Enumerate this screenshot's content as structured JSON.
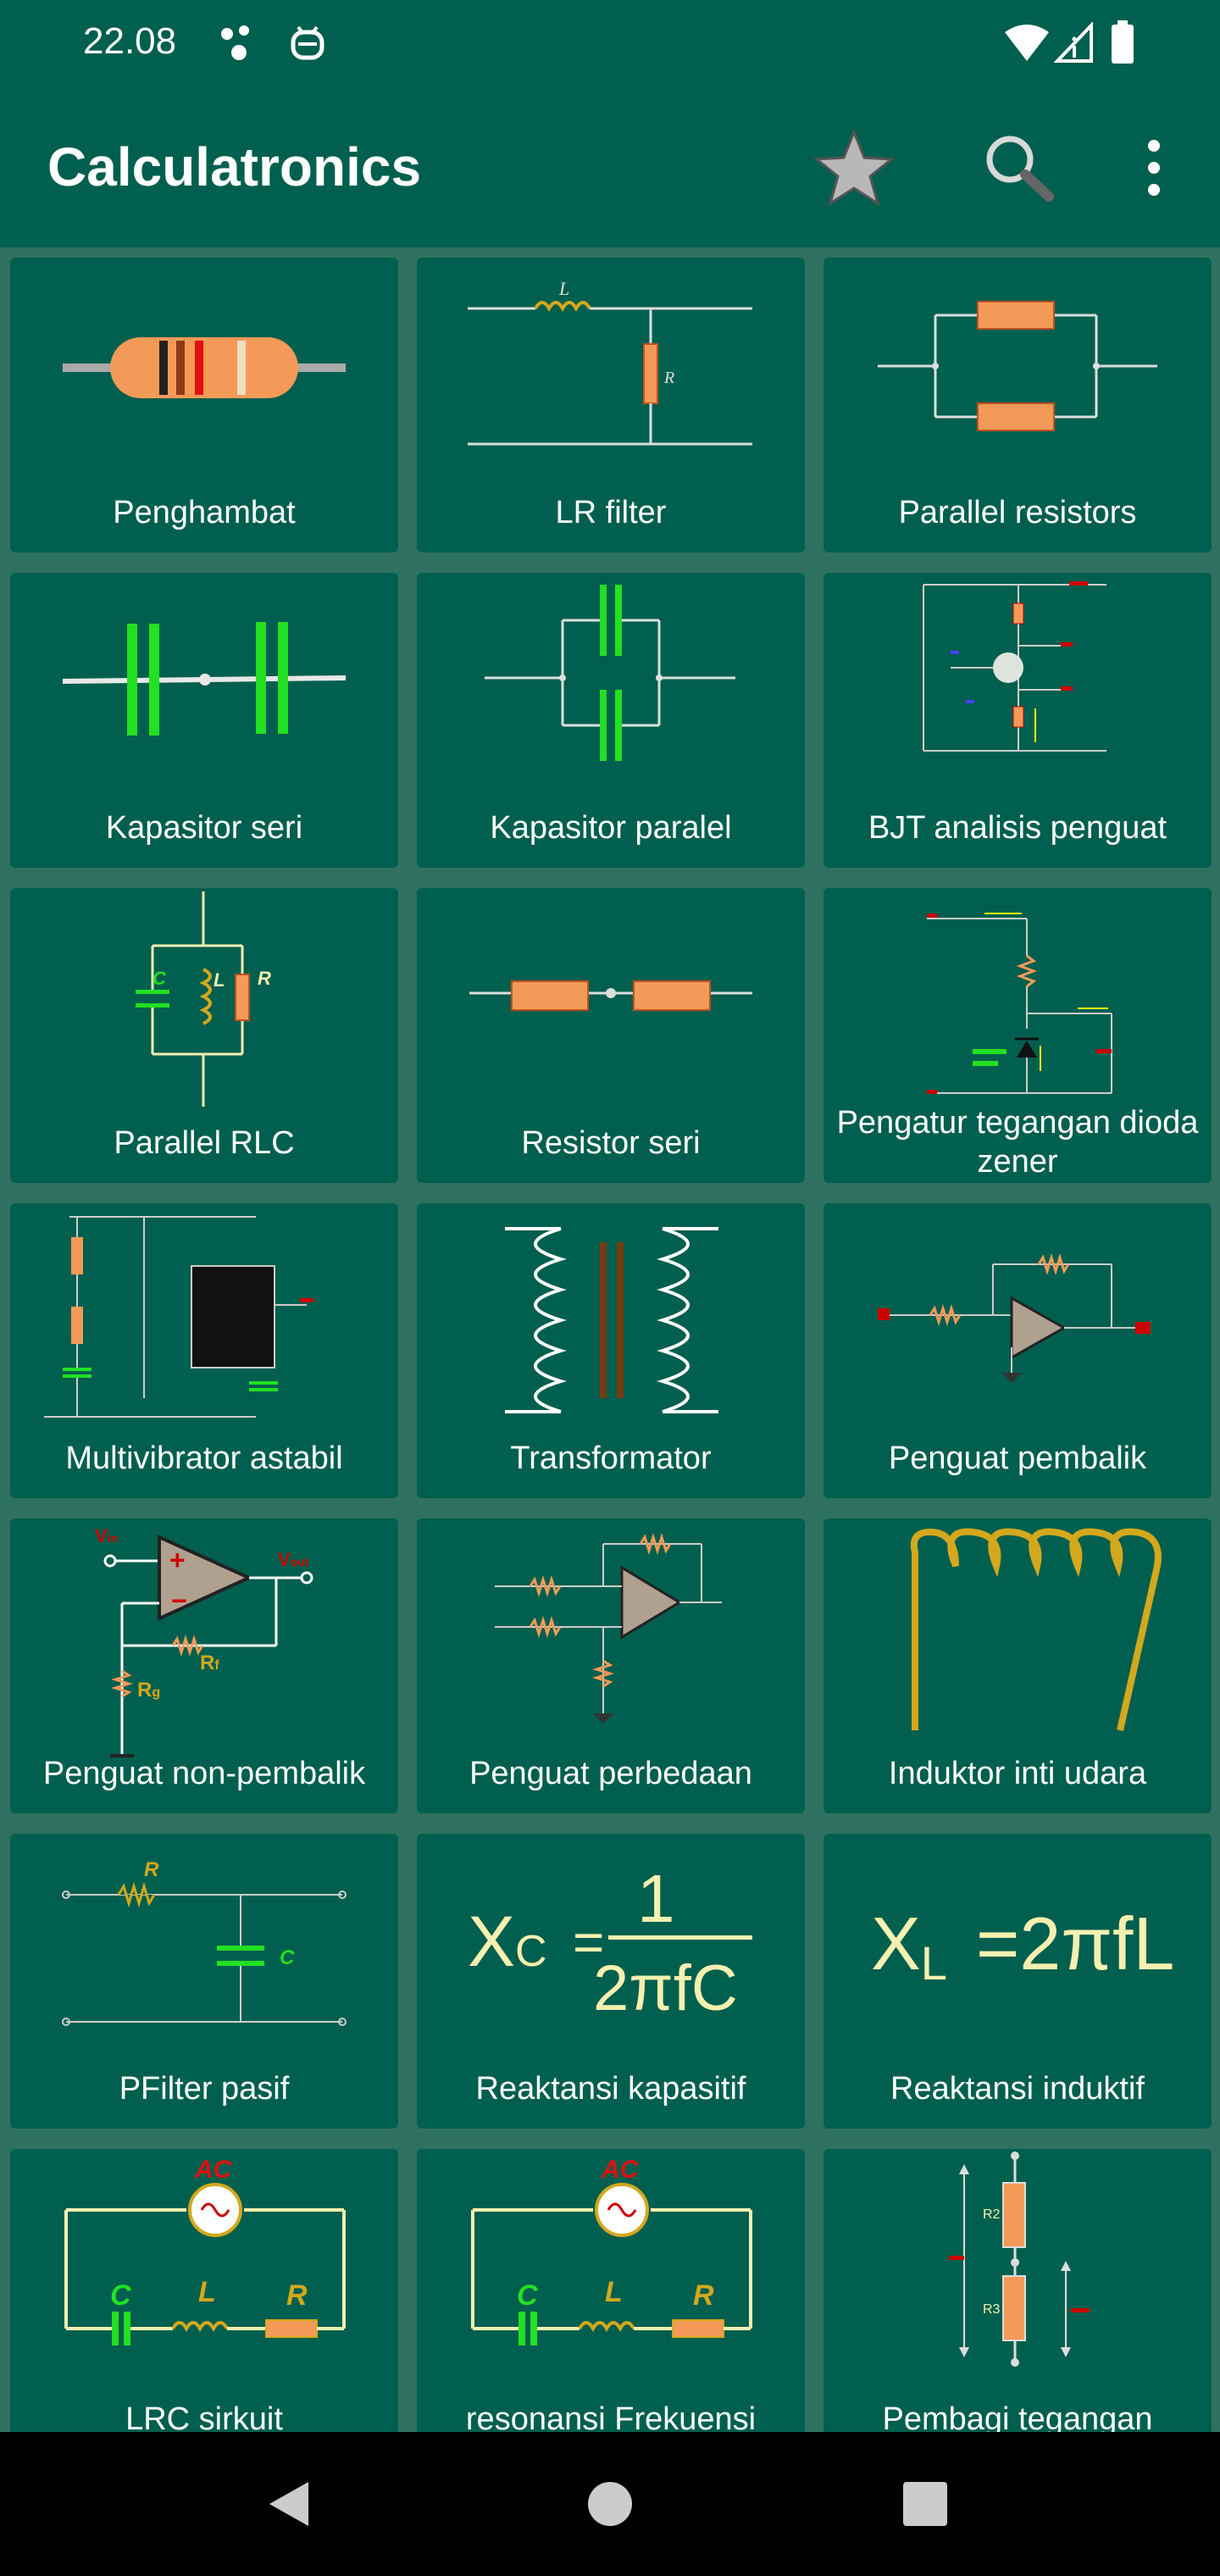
{
  "status_bar": {
    "time": "22.08",
    "icons": [
      "dots-icon",
      "robot-icon",
      "wifi-icon",
      "signal-icon",
      "battery-icon"
    ]
  },
  "app_bar": {
    "title": "Calculatronics",
    "actions": [
      "star-icon",
      "search-icon",
      "more-vert-icon"
    ]
  },
  "tiles": [
    {
      "label": "Penghambat",
      "icon": "resistor-icon"
    },
    {
      "label": "LR filter",
      "icon": "lr-filter-icon"
    },
    {
      "label": "Parallel resistors",
      "icon": "parallel-resistors-icon"
    },
    {
      "label": "Kapasitor seri",
      "icon": "series-capacitor-icon"
    },
    {
      "label": "Kapasitor paralel",
      "icon": "parallel-capacitor-icon"
    },
    {
      "label": "BJT analisis penguat",
      "icon": "bjt-amplifier-icon"
    },
    {
      "label": "Parallel RLC",
      "icon": "parallel-rlc-icon"
    },
    {
      "label": "Resistor seri",
      "icon": "series-resistor-icon"
    },
    {
      "label": "Pengatur tegangan dioda zener",
      "icon": "zener-regulator-icon"
    },
    {
      "label": "Multivibrator astabil",
      "icon": "astable-multivibrator-icon"
    },
    {
      "label": "Transformator",
      "icon": "transformer-icon"
    },
    {
      "label": "Penguat pembalik",
      "icon": "inverting-amplifier-icon"
    },
    {
      "label": "Penguat non-pembalik",
      "icon": "non-inverting-amplifier-icon"
    },
    {
      "label": "Penguat perbedaan",
      "icon": "difference-amplifier-icon"
    },
    {
      "label": "Induktor inti udara",
      "icon": "air-core-inductor-icon"
    },
    {
      "label": "PFilter pasif",
      "icon": "passive-filter-icon"
    },
    {
      "label": "Reaktansi kapasitif",
      "icon": "capacitive-reactance-formula-icon"
    },
    {
      "label": "Reaktansi induktif",
      "icon": "inductive-reactance-formula-icon"
    },
    {
      "label": "LRC sirkuit",
      "icon": "lrc-circuit-icon"
    },
    {
      "label": "resonansi Frekuensi",
      "icon": "resonance-frequency-icon"
    },
    {
      "label": "Pembagi tegangan",
      "icon": "voltage-divider-icon"
    }
  ],
  "diagram_text": {
    "L": "L",
    "R": "R",
    "C": "C",
    "AC": "AC",
    "xc_lhs": "X",
    "xc_sub": "C",
    "xc_num": "1",
    "xc_den": "2πfC",
    "xl_lhs": "X",
    "xl_sub": "L",
    "xl_rhs": "=2πfL",
    "r2": "R2",
    "r3": "R3",
    "vin": "V",
    "vin_sub": "in",
    "vout": "V",
    "vout_sub": "out",
    "rf": "R",
    "rf_sub": "f",
    "rg": "R",
    "rg_sub": "g"
  },
  "nav_bar": [
    "back-icon",
    "home-icon",
    "recents-icon"
  ],
  "colors": {
    "bar": "#005f4e",
    "background": "#2f7160",
    "tile": "#005f4e",
    "wire": "#e8e8e8",
    "capacitor": "#22e022",
    "resistor": "#f49a58",
    "inductor": "#d4a81c",
    "formula": "#f5f0b0"
  }
}
